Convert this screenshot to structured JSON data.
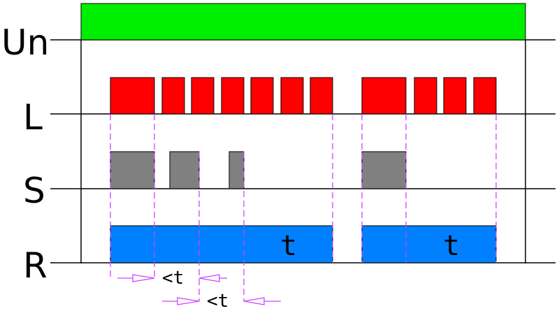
{
  "rows": {
    "un": "Un",
    "l": "L",
    "s": "S",
    "r": "R"
  },
  "colors": {
    "un": "#00ee00",
    "l": "#ff0000",
    "s": "#808080",
    "r": "#0080ff",
    "guide": "#cc44ff",
    "line": "#000000"
  },
  "relay_labels": {
    "first": "t",
    "second": "t"
  },
  "timing_labels": {
    "first": "<t",
    "second": "<t"
  }
}
